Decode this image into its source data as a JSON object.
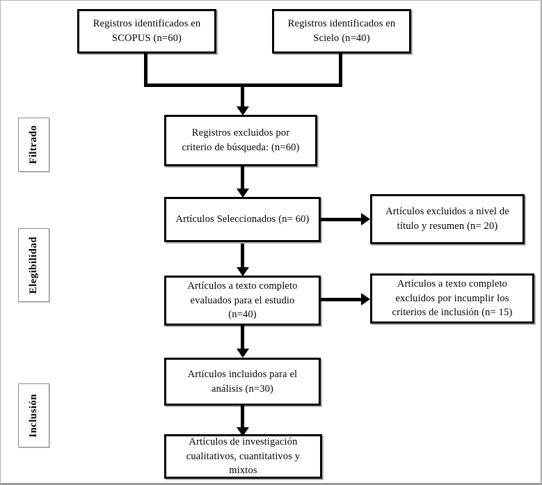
{
  "diagram": {
    "type": "prisma-flow-diagram",
    "language": "es",
    "stages": [
      {
        "id": "filtrado",
        "label": "Filtrado"
      },
      {
        "id": "elegibilidad",
        "label": "Elegibilidad"
      },
      {
        "id": "inclusion",
        "label": "Inclusión"
      }
    ],
    "nodes": [
      {
        "id": "source-scopus",
        "text": "Registros identificados en\nSCOPUS (n=60)",
        "count": 60,
        "source": "SCOPUS"
      },
      {
        "id": "source-scielo",
        "text": "Registros identificados en\nScielo (n=40)",
        "count": 40,
        "source": "Scielo"
      },
      {
        "id": "excluded-search-criteria",
        "text": "Registros excluidos por\ncriterio de búsqueda: (n=60)",
        "count": 60
      },
      {
        "id": "selected-articles",
        "text": "Artículos Seleccionados (n= 60)",
        "count": 60
      },
      {
        "id": "excluded-title-abstract",
        "text": "Artículos excluidos a nivel de\ntítulo y resumen (n= 20)",
        "count": 20
      },
      {
        "id": "fulltext-assessed",
        "text": "Artículos a texto completo\nevaluados para el estudio\n(n=40)",
        "count": 40
      },
      {
        "id": "fulltext-excluded",
        "text": "Artículos a texto completo\nexcluidos por incumplir los\ncriterios de inclusión (n= 15)",
        "count": 15
      },
      {
        "id": "included-analysis",
        "text": "Artículos incluidos para el\nanálisis (n=30)",
        "count": 30
      },
      {
        "id": "research-types",
        "text": "Artículos de investigación\ncualitativos, cuantitativos y\nmixtos"
      }
    ],
    "colors": {
      "box_border": "#000000",
      "box_fill": "#ffffff",
      "connector": "#000000",
      "stage_border": "#8d8d8d",
      "page_border": "#b3b3b3",
      "text": "#000000"
    }
  }
}
